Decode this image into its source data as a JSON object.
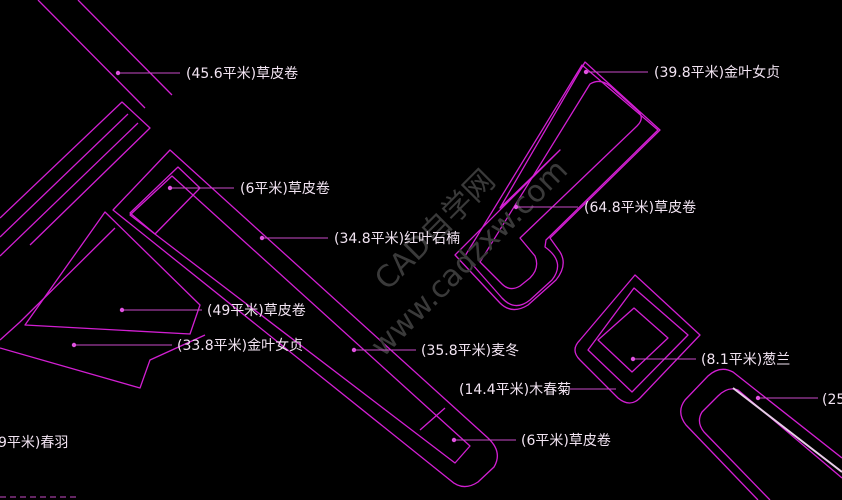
{
  "colors": {
    "background": "#000000",
    "outline": "#d21fd2",
    "leader": "#c84ac8",
    "label": "#f2e4f2",
    "watermark": "#3a3a3a"
  },
  "watermark": {
    "line1": "CAD自学网",
    "line2": "www.cadzxw.com"
  },
  "annotations": [
    {
      "id": "a1",
      "text": "(45.6平米)草皮卷"
    },
    {
      "id": "a2",
      "text": "(39.8平米)金叶女贞"
    },
    {
      "id": "a3",
      "text": "(6平米)草皮卷"
    },
    {
      "id": "a4",
      "text": "(64.8平米)草皮卷"
    },
    {
      "id": "a5",
      "text": "(34.8平米)红叶石楠"
    },
    {
      "id": "a6",
      "text": "(49平米)草皮卷"
    },
    {
      "id": "a7",
      "text": "(33.8平米)金叶女贞"
    },
    {
      "id": "a8",
      "text": "(35.8平米)麦冬"
    },
    {
      "id": "a9",
      "text": "(8.1平米)葱兰"
    },
    {
      "id": "a10",
      "text": "(14.4平米)木春菊"
    },
    {
      "id": "a11",
      "text": "(25"
    },
    {
      "id": "a12",
      "text": "(6平米)草皮卷"
    },
    {
      "id": "a13",
      "text": "9平米)春羽"
    }
  ]
}
